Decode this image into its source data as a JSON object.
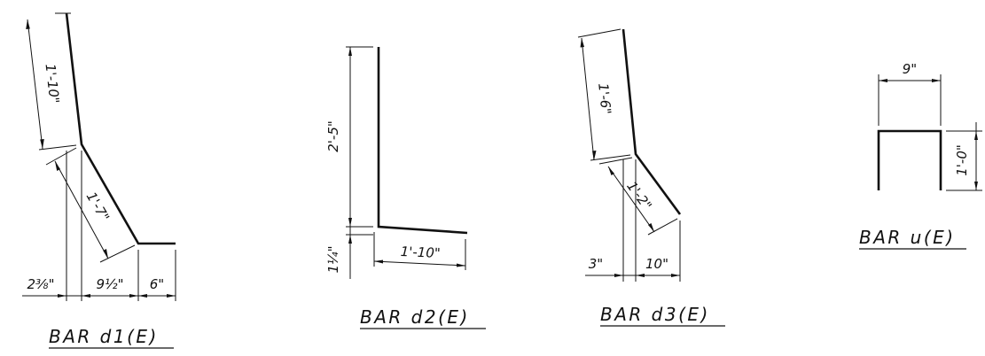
{
  "diagrams": {
    "d1": {
      "title": "BAR d1(E)",
      "dims": {
        "upper_leg": "1'-10\"",
        "sloped_leg": "1'-7\"",
        "offset_left": "2⅜\"",
        "offset_mid": "9½\"",
        "foot": "6\""
      }
    },
    "d2": {
      "title": "BAR d2(E)",
      "dims": {
        "vertical_leg": "2'-5\"",
        "horizontal_leg": "1'-10\"",
        "drop": "1¼\""
      }
    },
    "d3": {
      "title": "BAR d3(E)",
      "dims": {
        "upper_leg": "1'-6\"",
        "sloped_leg": "1'-2\"",
        "offset_left": "3\"",
        "offset_mid": "10\""
      }
    },
    "u": {
      "title": "BAR u(E)",
      "dims": {
        "width": "9\"",
        "height": "1'-0\""
      }
    }
  },
  "colors": {
    "line": "#111111",
    "background": "#ffffff"
  }
}
